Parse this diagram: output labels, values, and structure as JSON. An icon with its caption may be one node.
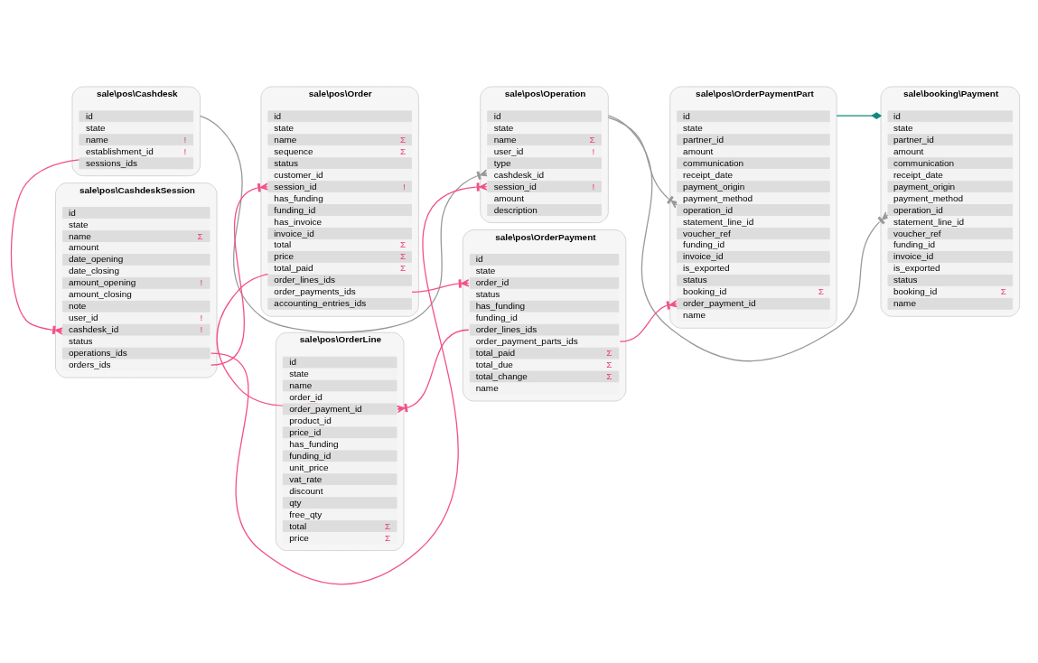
{
  "diagram": {
    "nodes": [
      {
        "text": [
          "sale\\pos\\Cashdesk"
        ]
      },
      {
        "text": [
          "id"
        ],
        "in": 0
      },
      {
        "text": [
          "state"
        ],
        "in": 0
      },
      {
        "text": [
          "name",
          "!"
        ],
        "in": 0
      },
      {
        "text": [
          "establishment_id",
          "!"
        ],
        "in": 0
      },
      {
        "text": [
          "sessions_ids"
        ],
        "in": 0
      },
      {
        "text": [
          "sale\\pos\\CashdeskSession"
        ]
      },
      {
        "text": [
          "id"
        ],
        "in": 6
      },
      {
        "text": [
          "state"
        ],
        "in": 6
      },
      {
        "text": [
          "name",
          "Σ"
        ],
        "in": 6
      },
      {
        "text": [
          "amount"
        ],
        "in": 6
      },
      {
        "text": [
          "date_opening"
        ],
        "in": 6
      },
      {
        "text": [
          "date_closing"
        ],
        "in": 6
      },
      {
        "text": [
          "amount_opening",
          "!"
        ],
        "in": 6
      },
      {
        "text": [
          "amount_closing"
        ],
        "in": 6
      },
      {
        "text": [
          "note"
        ],
        "in": 6
      },
      {
        "text": [
          "user_id",
          "!"
        ],
        "in": 6
      },
      {
        "text": [
          "cashdesk_id",
          "!"
        ],
        "in": 6
      },
      {
        "text": [
          "status"
        ],
        "in": 6
      },
      {
        "text": [
          "operations_ids"
        ],
        "in": 6
      },
      {
        "text": [
          "orders_ids"
        ],
        "in": 6
      },
      {
        "text": [
          "sale\\pos\\Operation"
        ]
      },
      {
        "text": [
          "id"
        ],
        "in": 21
      },
      {
        "text": [
          "state"
        ],
        "in": 21
      },
      {
        "text": [
          "name",
          "Σ"
        ],
        "in": 21
      },
      {
        "text": [
          "user_id",
          "!"
        ],
        "in": 21
      },
      {
        "text": [
          "type"
        ],
        "in": 21
      },
      {
        "text": [
          "cashdesk_id"
        ],
        "in": 21
      },
      {
        "text": [
          "session_id",
          "!"
        ],
        "in": 21
      },
      {
        "text": [
          "amount"
        ],
        "in": 21
      },
      {
        "text": [
          "description"
        ],
        "in": 21
      },
      {
        "text": [
          "sale\\booking\\Payment"
        ]
      },
      {
        "text": [
          "id"
        ],
        "in": 31
      },
      {
        "text": [
          "state"
        ],
        "in": 31
      },
      {
        "text": [
          "partner_id"
        ],
        "in": 31
      },
      {
        "text": [
          "amount"
        ],
        "in": 31
      },
      {
        "text": [
          "communication"
        ],
        "in": 31
      },
      {
        "text": [
          "receipt_date"
        ],
        "in": 31
      },
      {
        "text": [
          "payment_origin"
        ],
        "in": 31
      },
      {
        "text": [
          "payment_method"
        ],
        "in": 31
      },
      {
        "text": [
          "operation_id"
        ],
        "in": 31
      },
      {
        "text": [
          "statement_line_id"
        ],
        "in": 31
      },
      {
        "text": [
          "voucher_ref"
        ],
        "in": 31
      },
      {
        "text": [
          "funding_id"
        ],
        "in": 31
      },
      {
        "text": [
          "invoice_id"
        ],
        "in": 31
      },
      {
        "text": [
          "is_exported"
        ],
        "in": 31
      },
      {
        "text": [
          "status"
        ],
        "in": 31
      },
      {
        "text": [
          "booking_id",
          "Σ"
        ],
        "in": 31
      },
      {
        "text": [
          "name"
        ],
        "in": 31
      },
      {
        "text": [
          "sale\\pos\\Order"
        ]
      },
      {
        "text": [
          "id"
        ],
        "in": 49
      },
      {
        "text": [
          "state"
        ],
        "in": 49
      },
      {
        "text": [
          "name",
          "Σ"
        ],
        "in": 49
      },
      {
        "text": [
          "sequence",
          "Σ"
        ],
        "in": 49
      },
      {
        "text": [
          "status"
        ],
        "in": 49
      },
      {
        "text": [
          "customer_id"
        ],
        "in": 49
      },
      {
        "text": [
          "session_id",
          "!"
        ],
        "in": 49
      },
      {
        "text": [
          "has_funding"
        ],
        "in": 49
      },
      {
        "text": [
          "funding_id"
        ],
        "in": 49
      },
      {
        "text": [
          "has_invoice"
        ],
        "in": 49
      },
      {
        "text": [
          "invoice_id"
        ],
        "in": 49
      },
      {
        "text": [
          "total",
          "Σ"
        ],
        "in": 49
      },
      {
        "text": [
          "price",
          "Σ"
        ],
        "in": 49
      },
      {
        "text": [
          "total_paid",
          "Σ"
        ],
        "in": 49
      },
      {
        "text": [
          "order_lines_ids"
        ],
        "in": 49
      },
      {
        "text": [
          "order_payments_ids"
        ],
        "in": 49
      },
      {
        "text": [
          "accounting_entries_ids"
        ],
        "in": 49
      },
      {
        "text": [
          "sale\\pos\\OrderPayment"
        ]
      },
      {
        "text": [
          "id"
        ],
        "in": 67
      },
      {
        "text": [
          "state"
        ],
        "in": 67
      },
      {
        "text": [
          "order_id"
        ],
        "in": 67
      },
      {
        "text": [
          "status"
        ],
        "in": 67
      },
      {
        "text": [
          "has_funding"
        ],
        "in": 67
      },
      {
        "text": [
          "funding_id"
        ],
        "in": 67
      },
      {
        "text": [
          "order_lines_ids"
        ],
        "in": 67
      },
      {
        "text": [
          "order_payment_parts_ids"
        ],
        "in": 67
      },
      {
        "text": [
          "total_paid",
          "Σ"
        ],
        "in": 67
      },
      {
        "text": [
          "total_due",
          "Σ"
        ],
        "in": 67
      },
      {
        "text": [
          "total_change",
          "Σ"
        ],
        "in": 67
      },
      {
        "text": [
          "name"
        ],
        "in": 67
      },
      {
        "text": [
          "sale\\pos\\OrderPaymentPart"
        ]
      },
      {
        "text": [
          "id"
        ],
        "in": 80
      },
      {
        "text": [
          "state"
        ],
        "in": 80
      },
      {
        "text": [
          "partner_id"
        ],
        "in": 80
      },
      {
        "text": [
          "amount"
        ],
        "in": 80
      },
      {
        "text": [
          "communication"
        ],
        "in": 80
      },
      {
        "text": [
          "receipt_date"
        ],
        "in": 80
      },
      {
        "text": [
          "payment_origin"
        ],
        "in": 80
      },
      {
        "text": [
          "payment_method"
        ],
        "in": 80
      },
      {
        "text": [
          "operation_id"
        ],
        "in": 80
      },
      {
        "text": [
          "statement_line_id"
        ],
        "in": 80
      },
      {
        "text": [
          "voucher_ref"
        ],
        "in": 80
      },
      {
        "text": [
          "funding_id"
        ],
        "in": 80
      },
      {
        "text": [
          "invoice_id"
        ],
        "in": 80
      },
      {
        "text": [
          "is_exported"
        ],
        "in": 80
      },
      {
        "text": [
          "status"
        ],
        "in": 80
      },
      {
        "text": [
          "booking_id",
          "Σ"
        ],
        "in": 80
      },
      {
        "text": [
          "order_payment_id"
        ],
        "in": 80
      },
      {
        "text": [
          "name"
        ],
        "in": 80
      },
      {
        "text": [
          "sale\\pos\\OrderLine"
        ]
      },
      {
        "text": [
          "id"
        ],
        "in": 99
      },
      {
        "text": [
          "state"
        ],
        "in": 99
      },
      {
        "text": [
          "name"
        ],
        "in": 99
      },
      {
        "text": [
          "order_id"
        ],
        "in": 99
      },
      {
        "text": [
          "order_payment_id"
        ],
        "in": 99
      },
      {
        "text": [
          "product_id"
        ],
        "in": 99
      },
      {
        "text": [
          "price_id"
        ],
        "in": 99
      },
      {
        "text": [
          "has_funding"
        ],
        "in": 99
      },
      {
        "text": [
          "funding_id"
        ],
        "in": 99
      },
      {
        "text": [
          "unit_price"
        ],
        "in": 99
      },
      {
        "text": [
          "vat_rate"
        ],
        "in": 99
      },
      {
        "text": [
          "discount"
        ],
        "in": 99
      },
      {
        "text": [
          "qty"
        ],
        "in": 99
      },
      {
        "text": [
          "free_qty"
        ],
        "in": 99
      },
      {
        "text": [
          "total",
          "Σ"
        ],
        "in": 99
      },
      {
        "text": [
          "price",
          "Σ"
        ],
        "in": 99
      }
    ],
    "edges": [
      {
        "from": 5,
        "to": 17,
        "arrow": "other"
      },
      {
        "from": 0,
        "to": 27,
        "arrow": "other",
        "color": "#999999"
      },
      {
        "from": 19,
        "to": 28,
        "arrow": "other"
      },
      {
        "from": 20,
        "to": 56,
        "arrow": "other"
      },
      {
        "from": 21,
        "to": 89,
        "arrow": "other",
        "color": "#999999"
      },
      {
        "from": 21,
        "to": 40,
        "arrow": "other",
        "color": "#999999"
      },
      {
        "from": 64,
        "to": 103,
        "arrow": "other"
      },
      {
        "from": 65,
        "to": 70,
        "arrow": "other"
      },
      {
        "from": 74,
        "to": 104,
        "arrow": "other"
      },
      {
        "from": 75,
        "to": 97,
        "arrow": "other"
      },
      {
        "from": 80,
        "to": 31,
        "arrow": "other",
        "color": "#0e8a80"
      }
    ]
  }
}
